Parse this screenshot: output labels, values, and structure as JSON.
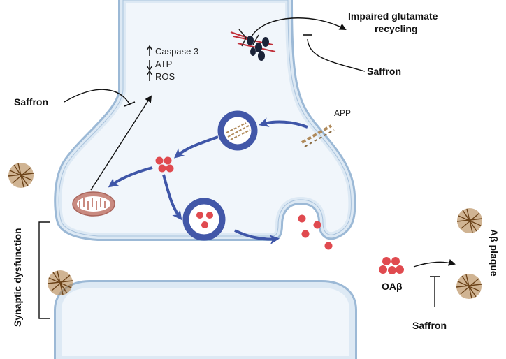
{
  "labels": {
    "impaired_line1": "Impaired glutamate",
    "impaired_line2": "recycling",
    "saffron_top_right": "Saffron",
    "saffron_left": "Saffron",
    "saffron_bottom": "Saffron",
    "caspase": "Caspase 3",
    "atp": "ATP",
    "ros": "ROS",
    "app": "APP",
    "synaptic": "Synaptic dysfunction",
    "oab": "OAβ",
    "abeta": "Aβ plaque"
  },
  "arrows": {
    "caspase": "up",
    "atp": "down",
    "ros": "up"
  },
  "colors": {
    "membrane_fill": "#dde9f4",
    "membrane_stroke": "#9cb9d6",
    "cytoplasm": "#f1f6fb",
    "vesicle": "#4257a8",
    "particle": "#e04a4f",
    "flow_arrow": "#3f56a8",
    "plaque": "#8a5a22",
    "mito_outer": "#c98a80",
    "app_color": "#b08a5a"
  },
  "icons": [
    "mitochondrion-icon",
    "vesicle-icon",
    "plaque-icon",
    "glutamate-transporter-icon",
    "app-protein-icon"
  ]
}
